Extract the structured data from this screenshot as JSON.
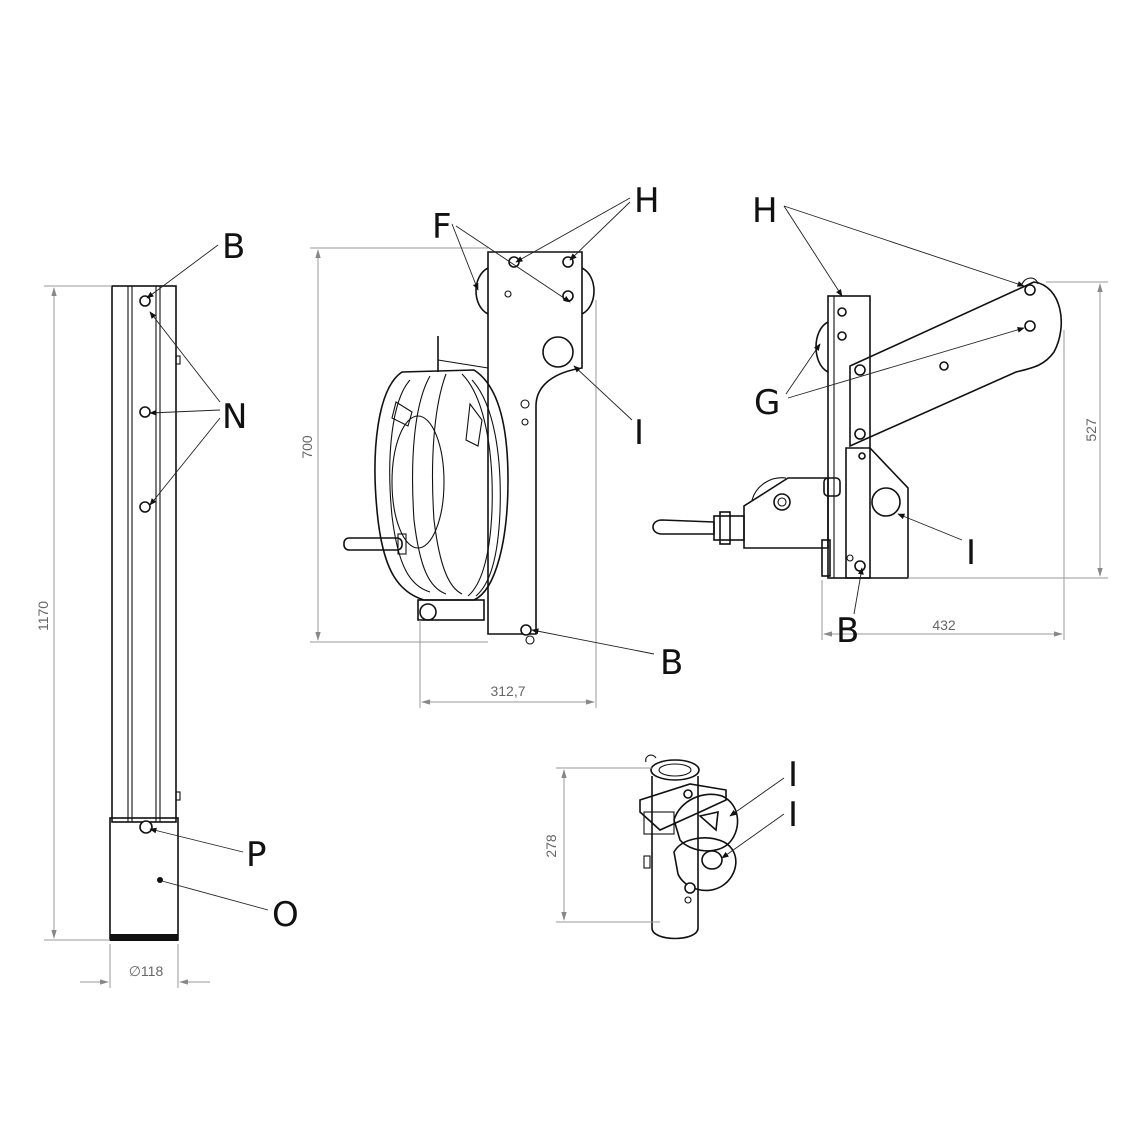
{
  "callouts": {
    "b_top_post": "B",
    "n_post": "N",
    "p_post": "P",
    "o_post": "O",
    "f_winch": "F",
    "h_winch": "H",
    "i_winch": "I",
    "b_winch": "B",
    "h_davit": "H",
    "g_davit": "G",
    "i_davit": "I",
    "b_davit": "B",
    "i_socket_upper": "I",
    "i_socket_lower": "I"
  },
  "dimensions": {
    "post_height": "1170",
    "post_diameter": "∅118",
    "winch_height": "700",
    "winch_width": "312,7",
    "davit_height": "527",
    "davit_width": "432",
    "socket_height": "278"
  }
}
